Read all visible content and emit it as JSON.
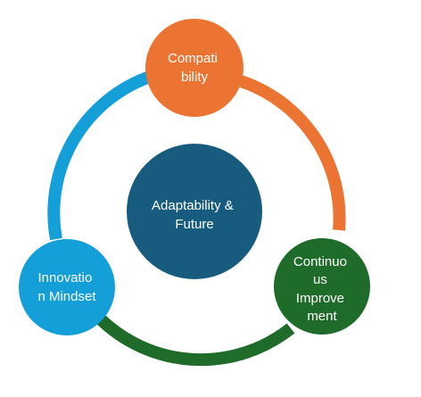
{
  "colors": {
    "orange": "#ec7433",
    "blue": "#149fd9",
    "green": "#1e6b2a",
    "teal": "#175c7f",
    "white": "#ffffff"
  },
  "center": {
    "lines": [
      "Adaptability &",
      "Future"
    ]
  },
  "nodes": [
    {
      "key": "compatibility",
      "lines": [
        "Compati",
        "bility"
      ],
      "color": "orange"
    },
    {
      "key": "continuous",
      "lines": [
        "Continuo",
        "us",
        "Improve",
        "ment"
      ],
      "color": "green"
    },
    {
      "key": "innovation",
      "lines": [
        "Innovatio",
        "n Mindset"
      ],
      "color": "blue"
    }
  ]
}
